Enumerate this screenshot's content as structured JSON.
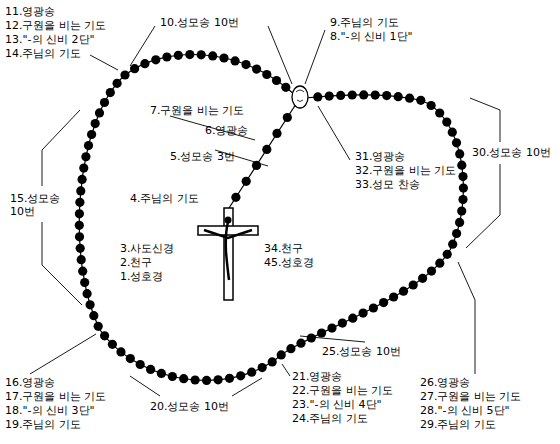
{
  "diagram": {
    "labels": [
      "11.영광송",
      "12.구원을 비는 기도",
      "13.\"-의 신비 2단\"",
      "14.주님의 기도",
      "10.성모송 10번",
      "9.주님의 기도",
      "8.\"-의 신비 1단\"",
      "7.구원을 비는 기도",
      "6.영광송",
      "5.성모송 3번",
      "4.주님의 기도",
      "15.성모송 10번",
      "31.영광송",
      "32.구원을 비는 기도",
      "33.성모 찬송",
      "30.성모송 10번",
      "3.사도신경",
      "2.천구",
      "1.성호경",
      "34.천구",
      "45.성호경",
      "25.성모송 10번",
      "16.영광송",
      "17.구원을 비는 기도",
      "18.\"-의 신비 3단\"",
      "19.주님의 기도",
      "20.성모송 10번",
      "21.영광송",
      "22.구원을 비는 기도",
      "23.\"-의 신비 4단\"",
      "24.주님의 기도",
      "26.영광송",
      "27.구원을 비는 기도",
      "28.\"-의 신비 5단\"",
      "29.주님의 기도"
    ]
  }
}
